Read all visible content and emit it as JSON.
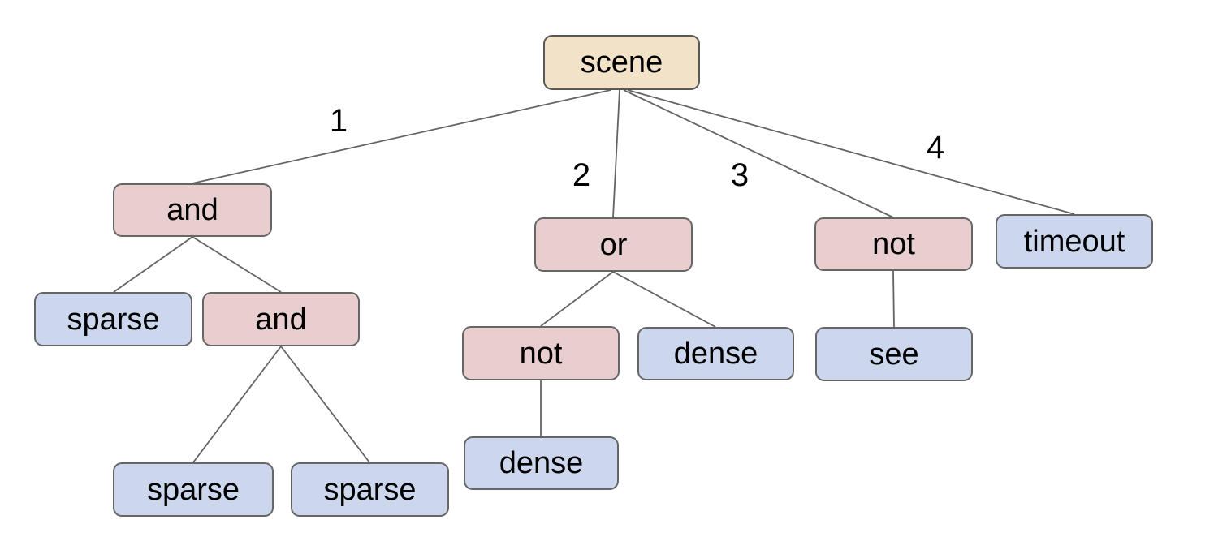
{
  "diagram": {
    "colors": {
      "background": "#ffffff",
      "root_fill": "#f2e2c7",
      "operator_fill": "#e8cece",
      "leaf_fill": "#ccd7ee",
      "node_border": "#666666",
      "edge_stroke": "#646464",
      "text": "#000000"
    },
    "nodes": [
      {
        "id": "scene",
        "label": "scene",
        "type": "root"
      },
      {
        "id": "and-1",
        "label": "and",
        "type": "operator"
      },
      {
        "id": "or-1",
        "label": "or",
        "type": "operator"
      },
      {
        "id": "not-1",
        "label": "not",
        "type": "operator"
      },
      {
        "id": "timeout",
        "label": "timeout",
        "type": "leaf"
      },
      {
        "id": "sparse-1",
        "label": "sparse",
        "type": "leaf"
      },
      {
        "id": "and-2",
        "label": "and",
        "type": "operator"
      },
      {
        "id": "not-2",
        "label": "not",
        "type": "operator"
      },
      {
        "id": "dense-1",
        "label": "dense",
        "type": "leaf"
      },
      {
        "id": "see",
        "label": "see",
        "type": "leaf"
      },
      {
        "id": "sparse-2",
        "label": "sparse",
        "type": "leaf"
      },
      {
        "id": "sparse-3",
        "label": "sparse",
        "type": "leaf"
      },
      {
        "id": "dense-2",
        "label": "dense",
        "type": "leaf"
      }
    ],
    "edges": [
      {
        "from": "scene",
        "to": "and-1",
        "label": "1"
      },
      {
        "from": "scene",
        "to": "or-1",
        "label": "2"
      },
      {
        "from": "scene",
        "to": "not-1",
        "label": "3"
      },
      {
        "from": "scene",
        "to": "timeout",
        "label": "4"
      },
      {
        "from": "and-1",
        "to": "sparse-1",
        "label": ""
      },
      {
        "from": "and-1",
        "to": "and-2",
        "label": ""
      },
      {
        "from": "and-2",
        "to": "sparse-2",
        "label": ""
      },
      {
        "from": "and-2",
        "to": "sparse-3",
        "label": ""
      },
      {
        "from": "or-1",
        "to": "not-2",
        "label": ""
      },
      {
        "from": "or-1",
        "to": "dense-1",
        "label": ""
      },
      {
        "from": "not-2",
        "to": "dense-2",
        "label": ""
      },
      {
        "from": "not-1",
        "to": "see",
        "label": ""
      }
    ],
    "tree": {
      "label": "scene",
      "children": [
        {
          "edge": "1",
          "label": "and",
          "children": [
            {
              "label": "sparse"
            },
            {
              "label": "and",
              "children": [
                {
                  "label": "sparse"
                },
                {
                  "label": "sparse"
                }
              ]
            }
          ]
        },
        {
          "edge": "2",
          "label": "or",
          "children": [
            {
              "label": "not",
              "children": [
                {
                  "label": "dense"
                }
              ]
            },
            {
              "label": "dense"
            }
          ]
        },
        {
          "edge": "3",
          "label": "not",
          "children": [
            {
              "label": "see"
            }
          ]
        },
        {
          "edge": "4",
          "label": "timeout"
        }
      ]
    }
  }
}
